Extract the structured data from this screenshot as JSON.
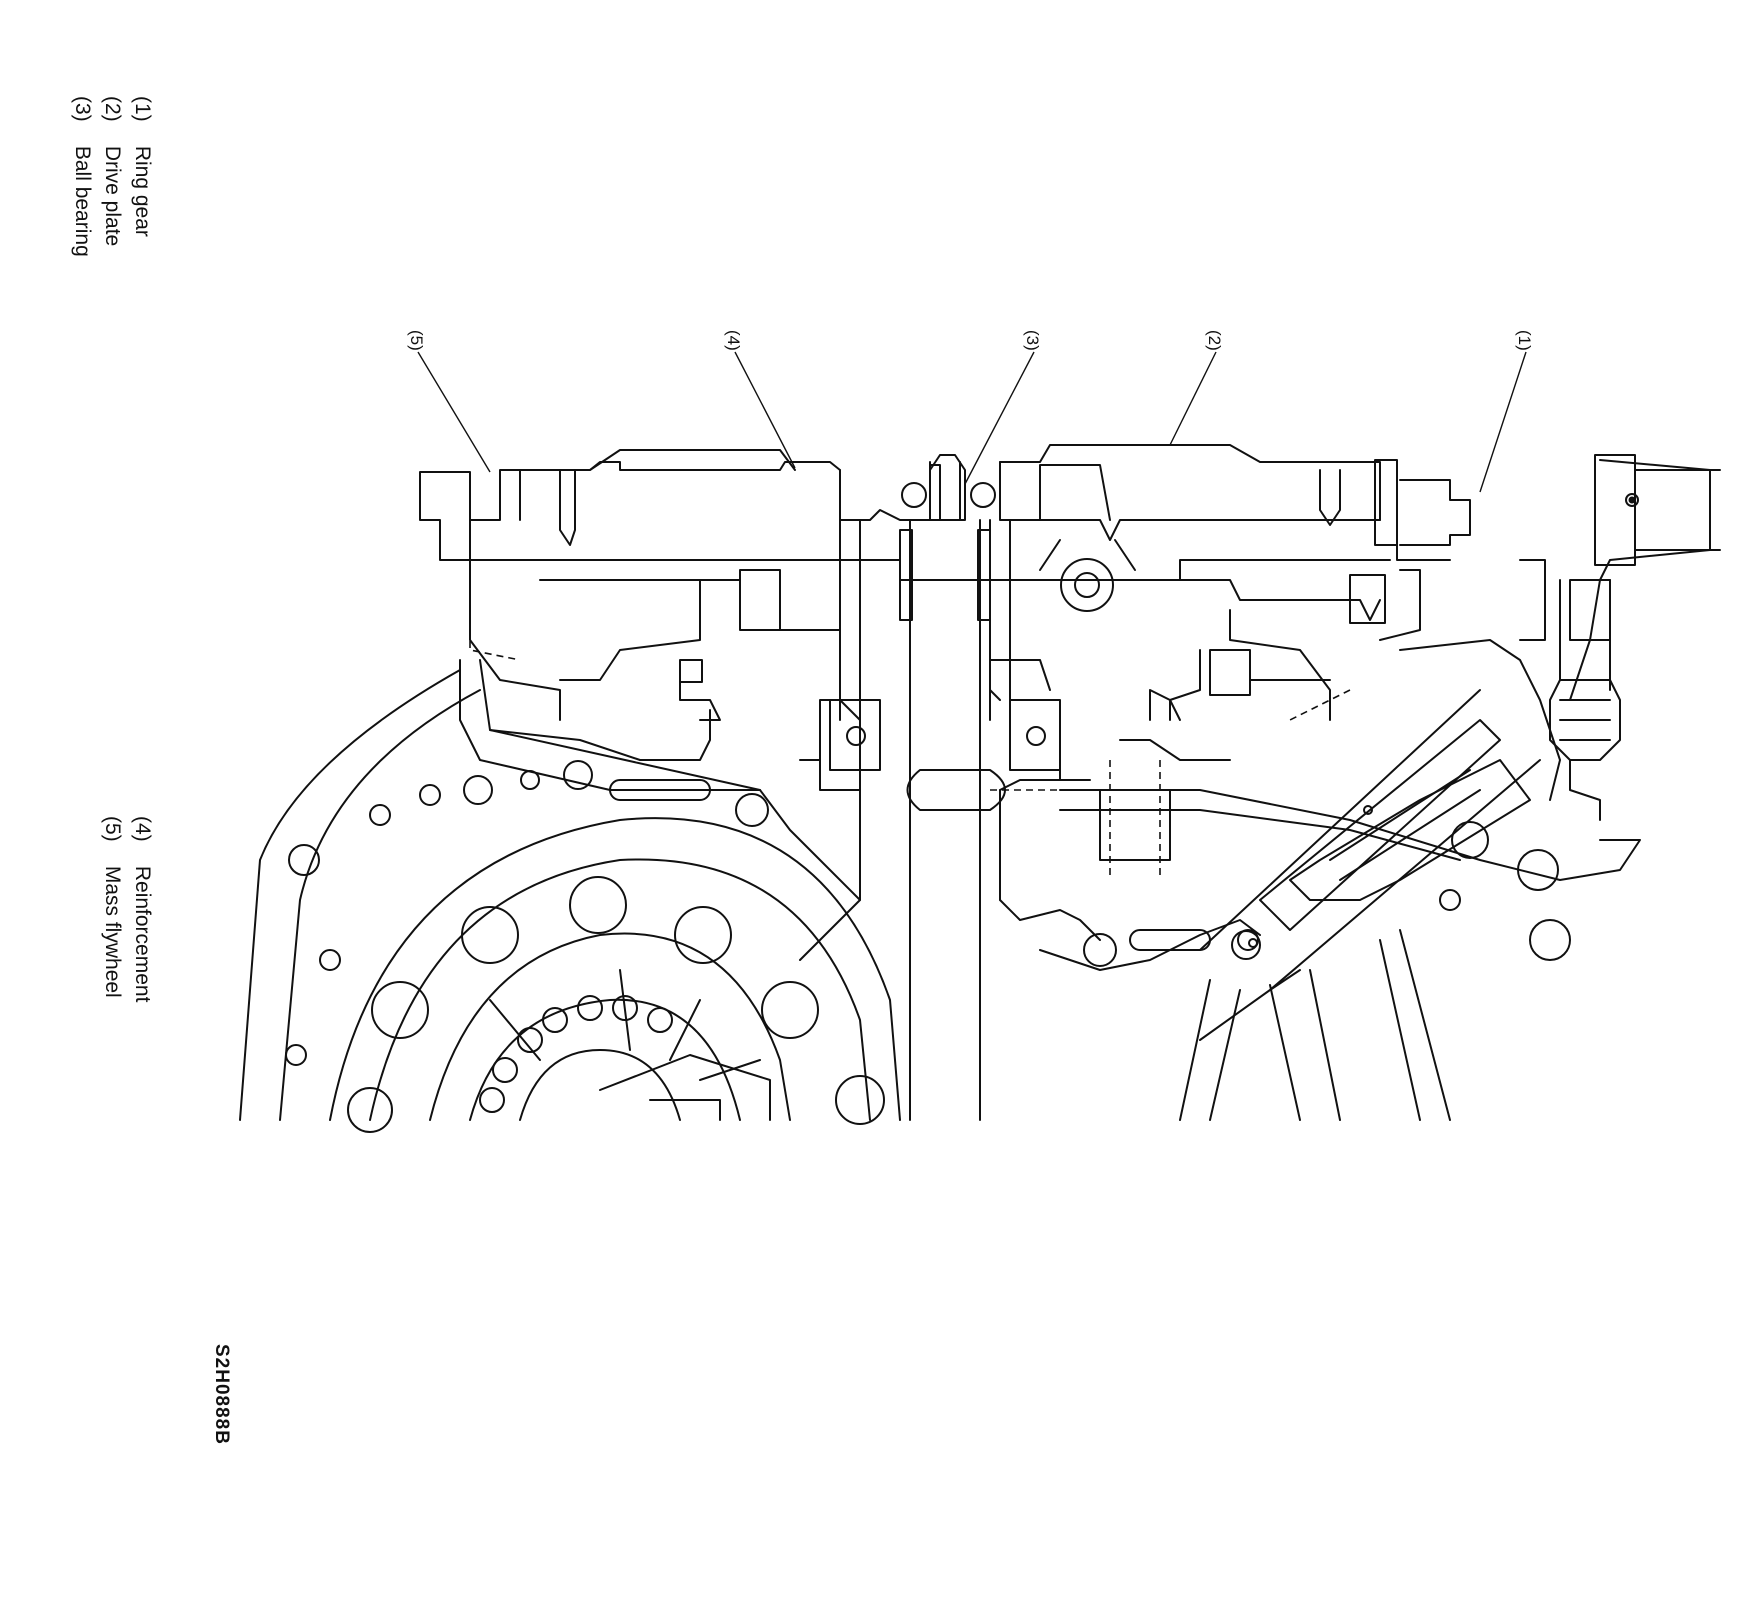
{
  "legend_top": [
    {
      "num": "(1)",
      "label": "Ring gear"
    },
    {
      "num": "(2)",
      "label": "Drive plate"
    },
    {
      "num": "(3)",
      "label": "Ball bearing"
    }
  ],
  "legend_bottom": [
    {
      "num": "(4)",
      "label": "Reinforcement"
    },
    {
      "num": "(5)",
      "label": "Mass flywheel"
    }
  ],
  "callouts": [
    "(1)",
    "(2)",
    "(3)",
    "(4)",
    "(5)"
  ],
  "figure_code": "S2H0888B"
}
